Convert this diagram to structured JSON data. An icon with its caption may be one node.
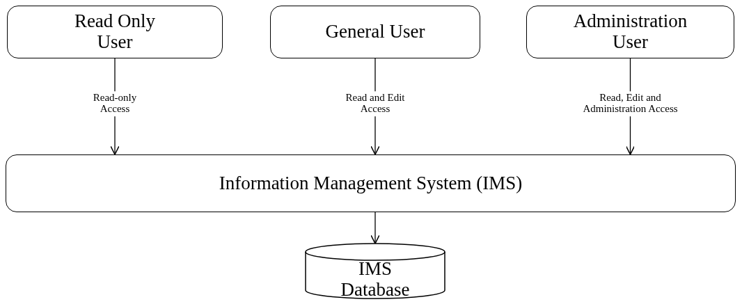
{
  "diagram": {
    "nodes": [
      {
        "text": [
          "Read Only User"
        ]
      },
      {
        "text": [
          "General User"
        ]
      },
      {
        "text": [
          "Administration User"
        ]
      },
      {
        "text": [
          "Information Management System (IMS)"
        ]
      },
      {
        "text": [
          "IMS Database"
        ]
      }
    ],
    "edges": [
      {
        "from": 0,
        "to": 3,
        "arrow": "to",
        "label": "Read-only Access"
      },
      {
        "from": 1,
        "to": 3,
        "arrow": "to",
        "label": "Read and Edit Access"
      },
      {
        "from": 2,
        "to": 3,
        "arrow": "to",
        "label": "Read, Edit and Administration Access"
      },
      {
        "from": 3,
        "to": 4,
        "arrow": "to"
      }
    ]
  }
}
